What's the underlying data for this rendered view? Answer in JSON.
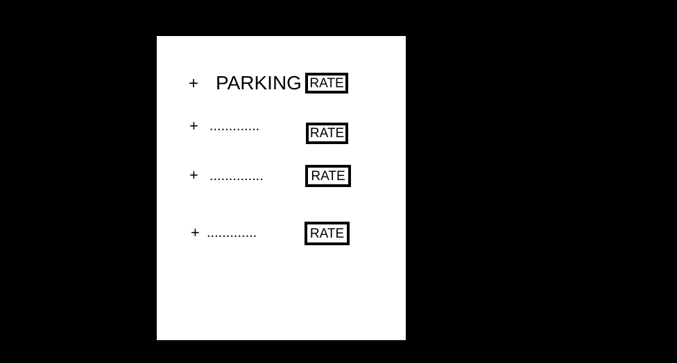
{
  "items": [
    {
      "plus": "+",
      "label": "PARKING",
      "rate": "RATE"
    },
    {
      "plus": "+",
      "label": ".............",
      "rate": "RATE"
    },
    {
      "plus": "+",
      "label": "..............",
      "rate": "RATE"
    },
    {
      "plus": "+",
      "label": ".............",
      "rate": "RATE"
    }
  ],
  "colors": {
    "background": "#000000",
    "page": "#ffffff",
    "text": "#000000"
  }
}
